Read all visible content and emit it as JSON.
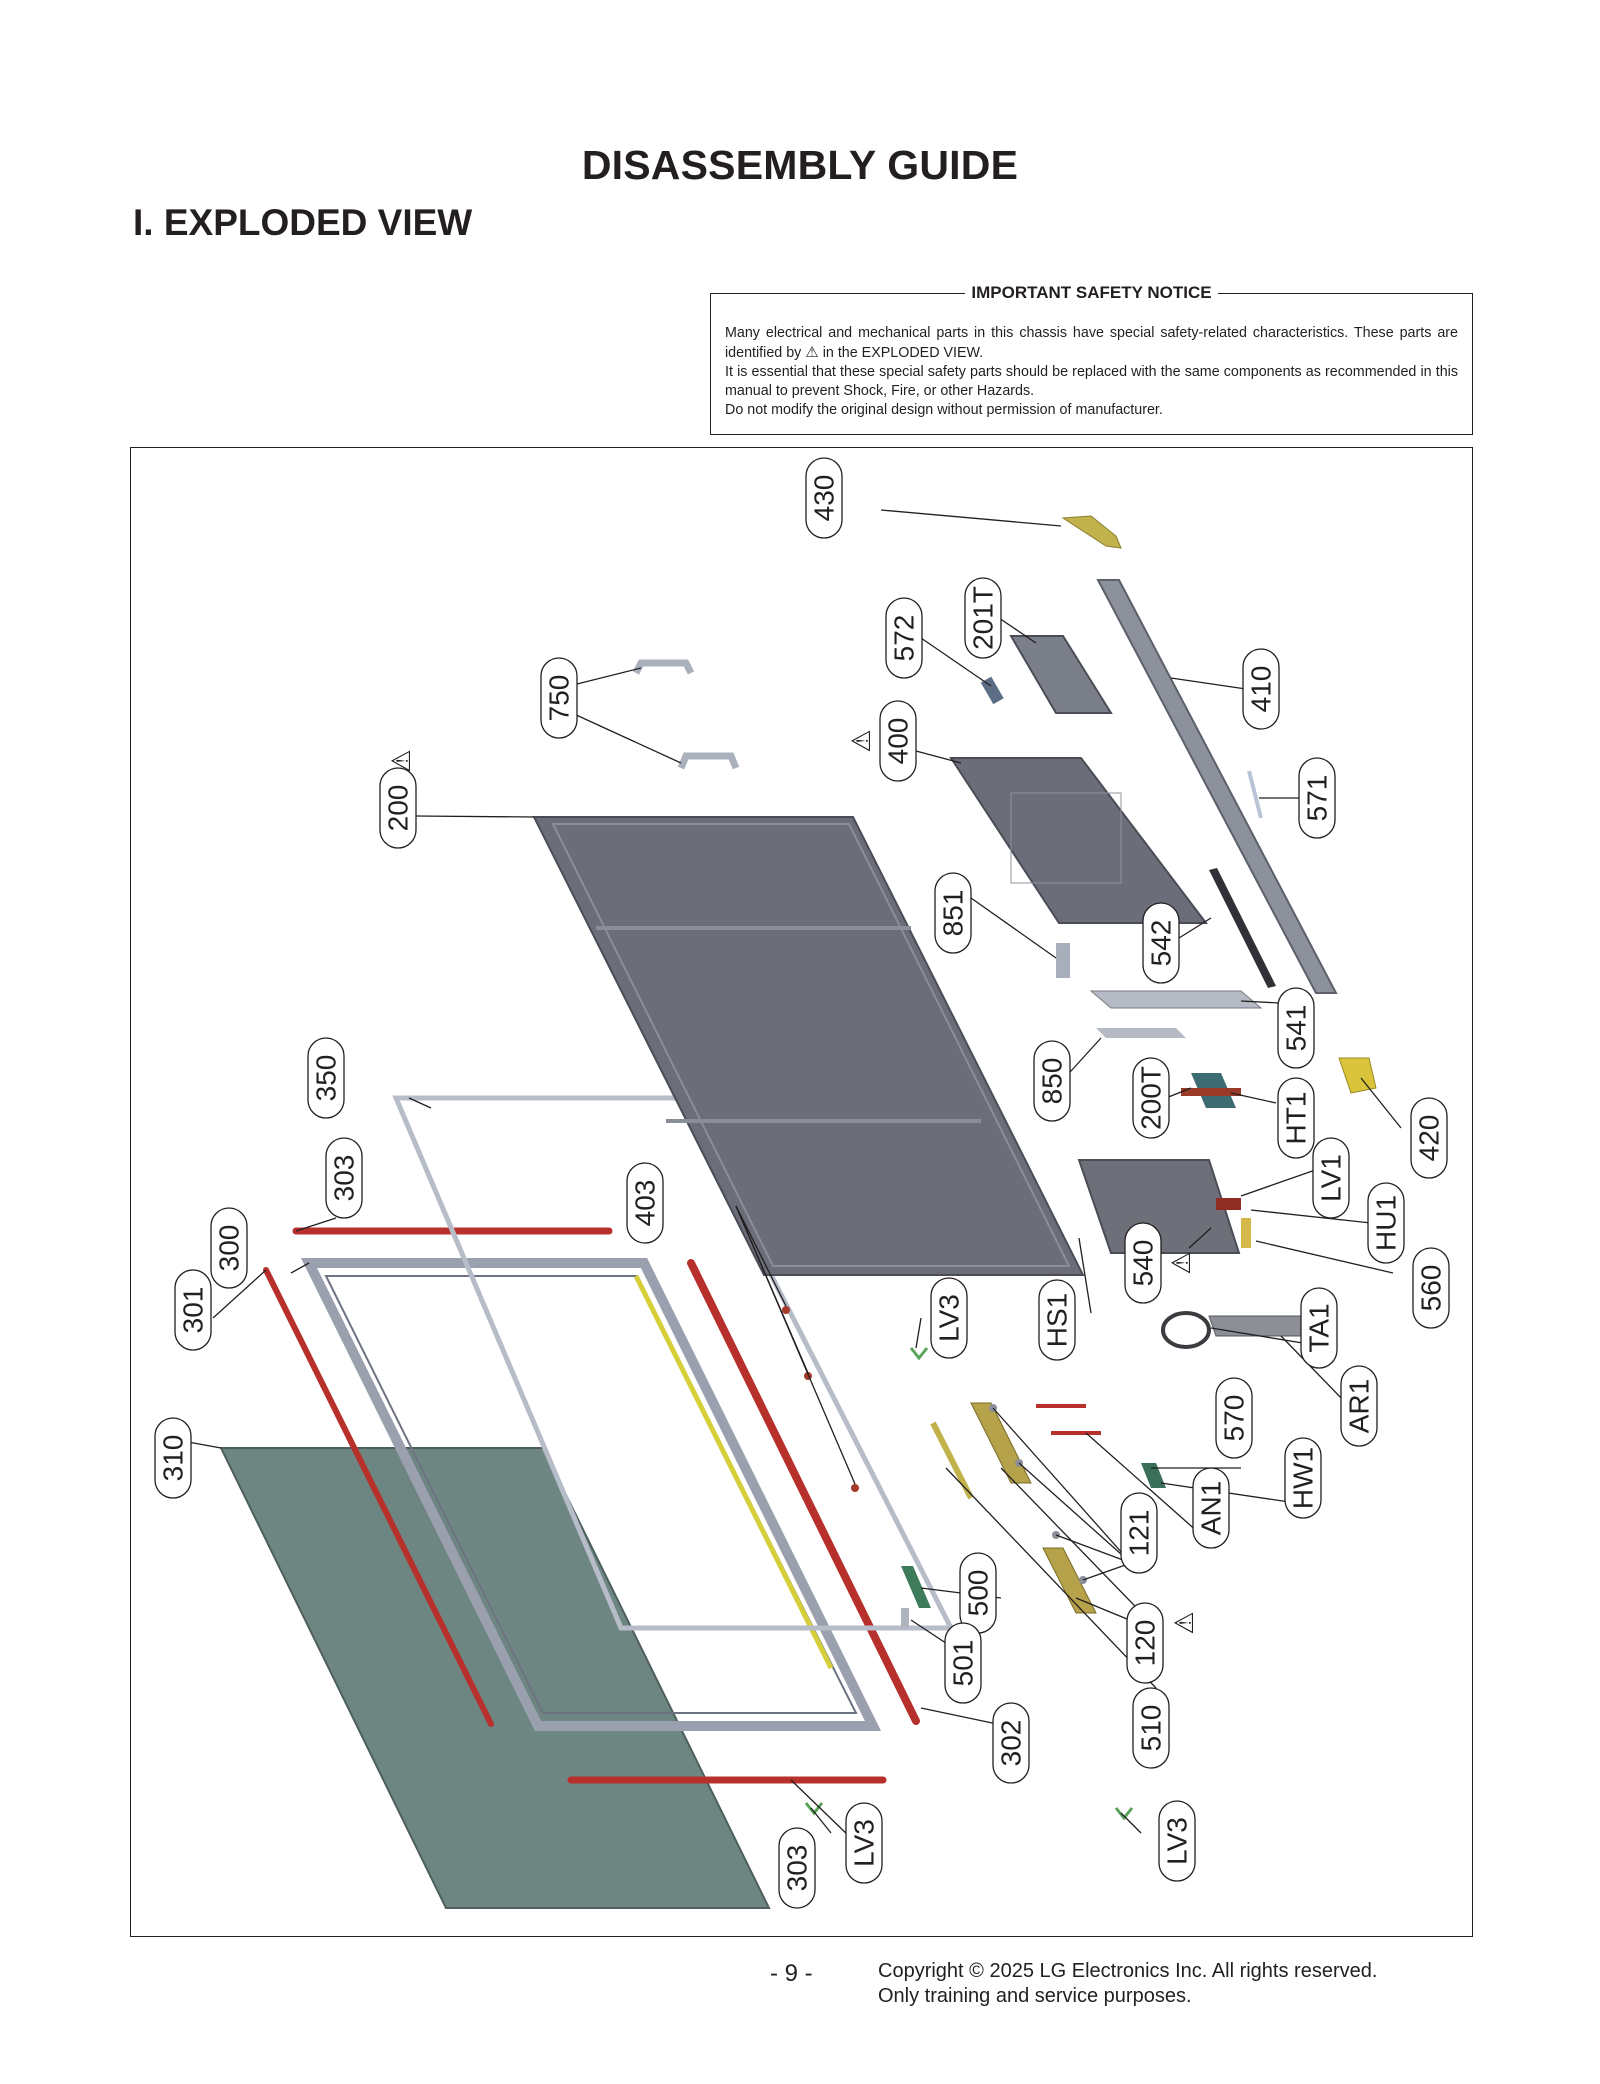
{
  "header": {
    "title": "DISASSEMBLY GUIDE",
    "section": "I. EXPLODED VIEW"
  },
  "safety_notice": {
    "heading": "IMPORTANT SAFETY NOTICE",
    "line1_a": "Many electrical and mechanical parts in this chassis have special safety-related characteristics. These parts are identified by",
    "line1_b": "in the EXPLODED VIEW.",
    "line2": "It is essential that these special safety parts should be replaced with the same components as recommended in this manual to prevent Shock, Fire, or other Hazards.",
    "line3": "Do not modify the original design without permission of manufacturer.",
    "symbol": "⚠"
  },
  "callouts": {
    "c430": "430",
    "c201T": "201T",
    "c572": "572",
    "c410": "410",
    "c750": "750",
    "c400": "400",
    "c200": "200",
    "c571": "571",
    "c851": "851",
    "c542": "542",
    "c541": "541",
    "c350": "350",
    "c850": "850",
    "c200T": "200T",
    "cHT1": "HT1",
    "c420": "420",
    "c303a": "303",
    "c300": "300",
    "c403": "403",
    "cLV1": "LV1",
    "cHU1": "HU1",
    "c540": "540",
    "c560": "560",
    "c301": "301",
    "cHS1": "HS1",
    "cLV3a": "LV3",
    "cTA1": "TA1",
    "cAR1": "AR1",
    "c310": "310",
    "c570": "570",
    "cHW1": "HW1",
    "cAN1": "AN1",
    "c121": "121",
    "c500": "500",
    "c120": "120",
    "c501": "501",
    "c302": "302",
    "c510": "510",
    "c303b": "303",
    "cLV3b": "LV3",
    "cLV3c": "LV3"
  },
  "safety_marks": {
    "symbol": "⚠"
  },
  "footer": {
    "page": "- 9 -",
    "copyright_line1": "Copyright © 2025 LG Electronics Inc. All rights reserved.",
    "copyright_line2": "Only training and service purposes."
  },
  "colors": {
    "panel_grey": "#6b6e78",
    "frame_grey": "#9aa0ae",
    "red_strip": "#b7302c",
    "green_lcd": "#6e8682",
    "yellow_part": "#c2b24c"
  }
}
